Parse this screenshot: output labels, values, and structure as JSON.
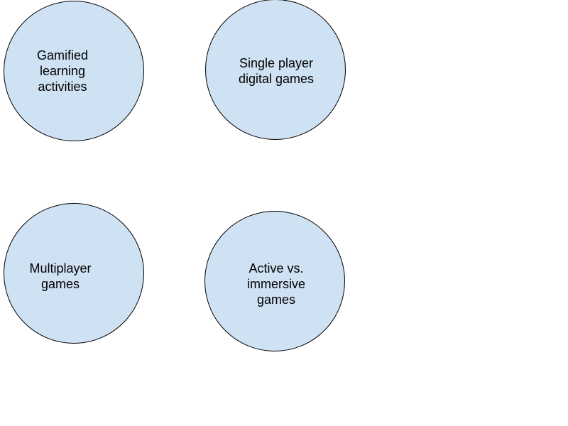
{
  "diagram": {
    "fill_color": "#cfe2f3",
    "stroke_color": "#000000",
    "nodes": [
      {
        "id": "gamified-learning-activities",
        "lines": [
          "Gamified",
          "learning",
          "activities"
        ]
      },
      {
        "id": "single-player-digital-games",
        "lines": [
          "Single player",
          "digital games"
        ]
      },
      {
        "id": "multiplayer-games",
        "lines": [
          "Multiplayer",
          "games"
        ]
      },
      {
        "id": "active-vs-immersive-games",
        "lines": [
          "Active vs.",
          "immersive",
          "games"
        ]
      }
    ]
  }
}
